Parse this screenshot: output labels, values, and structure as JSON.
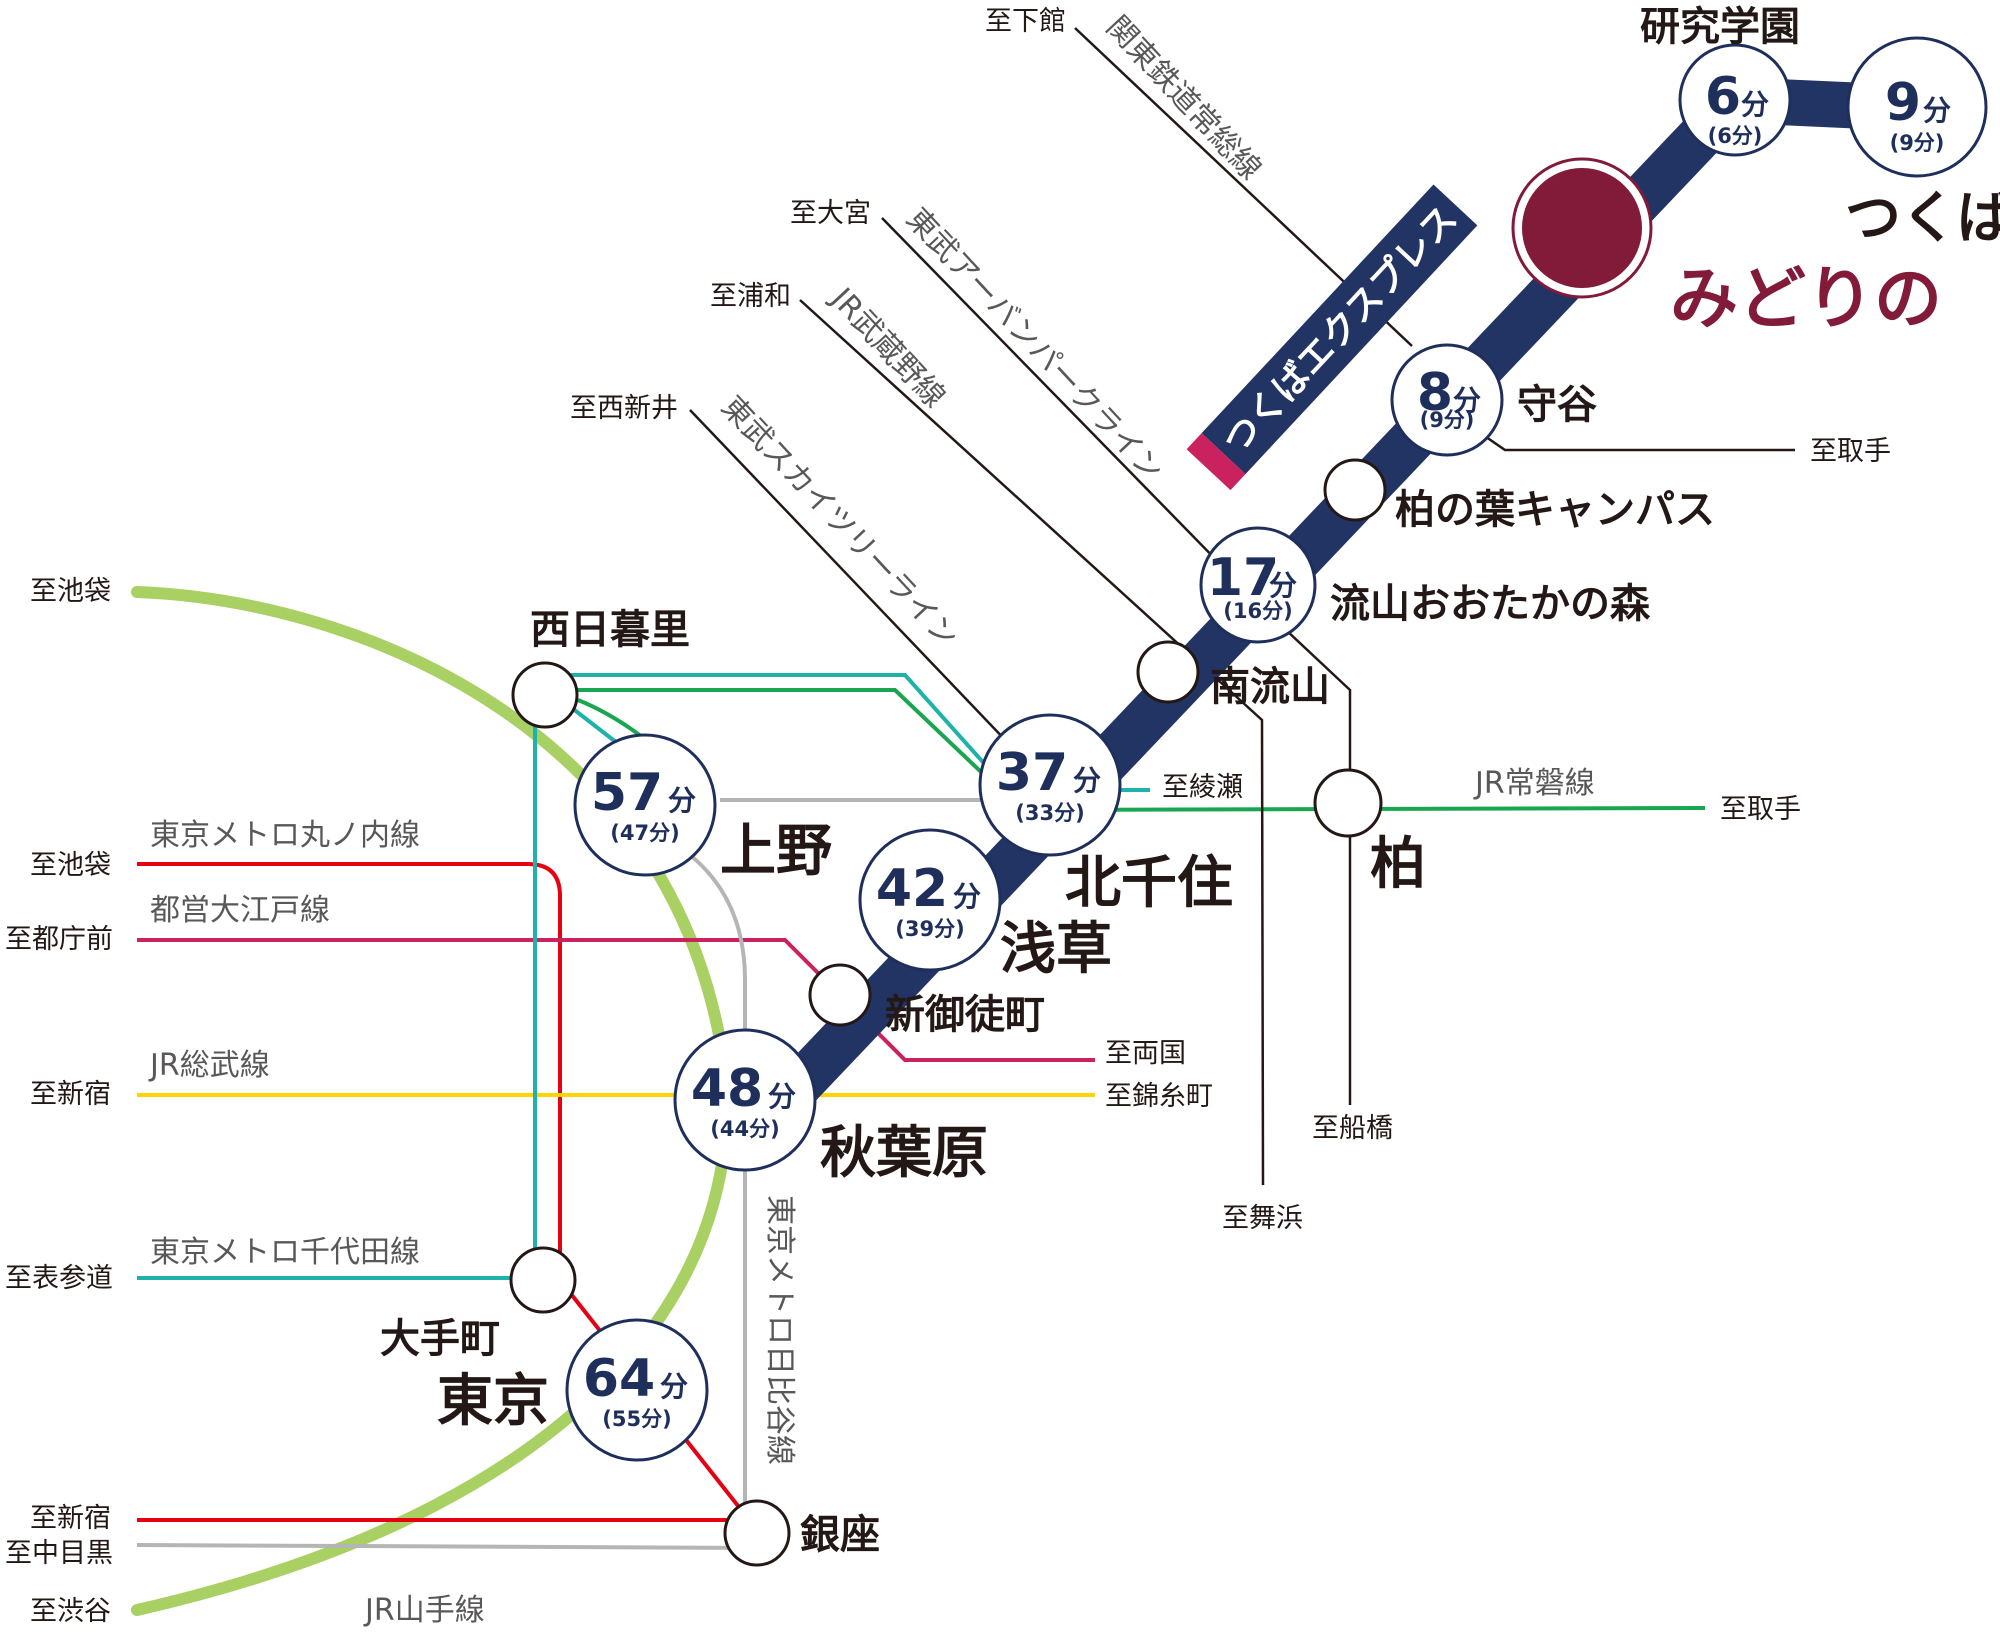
{
  "colors": {
    "tx": "#223464",
    "midorino": "#821a3a",
    "yamanote": "#a8d063",
    "marunouchi": "#e60012",
    "oedo": "#c9225f",
    "sobu": "#ffd400",
    "chiyoda": "#1fb2aa",
    "joban": "#1aa550",
    "hibiya": "#b5b5b6"
  },
  "line_name": "つくばエクスプレス",
  "featured_station": "みどりの",
  "stations": {
    "kenkyugakuen": "研究学園",
    "tsukuba": "つくば",
    "moriya": "守谷",
    "kashiwanoha": "柏の葉キャンパス",
    "nagareyama_otakanomori": "流山おおたかの森",
    "minami_nagareyama": "南流山",
    "kitasenju": "北千住",
    "kashiwa": "柏",
    "asakusa": "浅草",
    "shinokachimachi": "新御徒町",
    "akihabara": "秋葉原",
    "ueno": "上野",
    "nishinippori": "西日暮里",
    "otemachi": "大手町",
    "tokyo": "東京",
    "ginza": "銀座"
  },
  "times": {
    "kenkyugakuen": {
      "main": "6",
      "unit": "分",
      "sub": "(6分)"
    },
    "tsukuba": {
      "main": "9",
      "unit": "分",
      "sub": "(9分)"
    },
    "moriya": {
      "main": "8",
      "unit": "分",
      "sub": "(9分)"
    },
    "nagareyama": {
      "main": "17",
      "unit": "分",
      "sub": "(16分)"
    },
    "kitasenju": {
      "main": "37",
      "unit": "分",
      "sub": "(33分)"
    },
    "asakusa": {
      "main": "42",
      "unit": "分",
      "sub": "(39分)"
    },
    "akihabara": {
      "main": "48",
      "unit": "分",
      "sub": "(44分)"
    },
    "ueno": {
      "main": "57",
      "unit": "分",
      "sub": "(47分)"
    },
    "tokyo": {
      "main": "64",
      "unit": "分",
      "sub": "(55分)"
    }
  },
  "lines": {
    "kanto_tetsudo": "関東鉄道常総線",
    "tobu_urban_park": "東武アーバンパークライン",
    "jr_musashino": "JR武蔵野線",
    "tobu_skytree": "東武スカイツリーライン",
    "jr_joban": "JR常磐線",
    "marunouchi": "東京メトロ丸ノ内線",
    "oedo": "都営大江戸線",
    "jr_sobu": "JR総武線",
    "chiyoda": "東京メトロ千代田線",
    "hibiya": "東京メトロ日比谷線",
    "yamanote": "JR山手線"
  },
  "directions": {
    "shimodate": "至下館",
    "omiya": "至大宮",
    "urawa": "至浦和",
    "nishiarai": "至西新井",
    "toride_1": "至取手",
    "toride_2": "至取手",
    "ayase": "至綾瀬",
    "funabashi": "至船橋",
    "maihama": "至舞浜",
    "ryogoku": "至両国",
    "kinshicho": "至錦糸町",
    "ikebukuro_1": "至池袋",
    "ikebukuro_2": "至池袋",
    "tochomae": "至都庁前",
    "shinjuku_1": "至新宿",
    "omotesando": "至表参道",
    "shinjuku_2": "至新宿",
    "nakameguro": "至中目黒",
    "shibuya": "至渋谷"
  }
}
